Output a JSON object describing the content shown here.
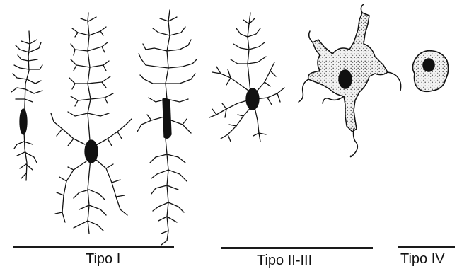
{
  "groups": [
    {
      "label": "Tipo I",
      "cells": [
        "bipolar-microglia",
        "ramified-microglia",
        "rod-microglia"
      ]
    },
    {
      "label": "Tipo II-III",
      "cells": [
        "hypertrophic-microglia",
        "amoeboid-microglia"
      ]
    },
    {
      "label": "Tipo IV",
      "cells": [
        "round-microglia"
      ]
    }
  ],
  "colors": {
    "ink": "#111111",
    "cytoplasm": "#d9d9d9",
    "nucleus": "#0d0d0d",
    "background": "#ffffff"
  }
}
